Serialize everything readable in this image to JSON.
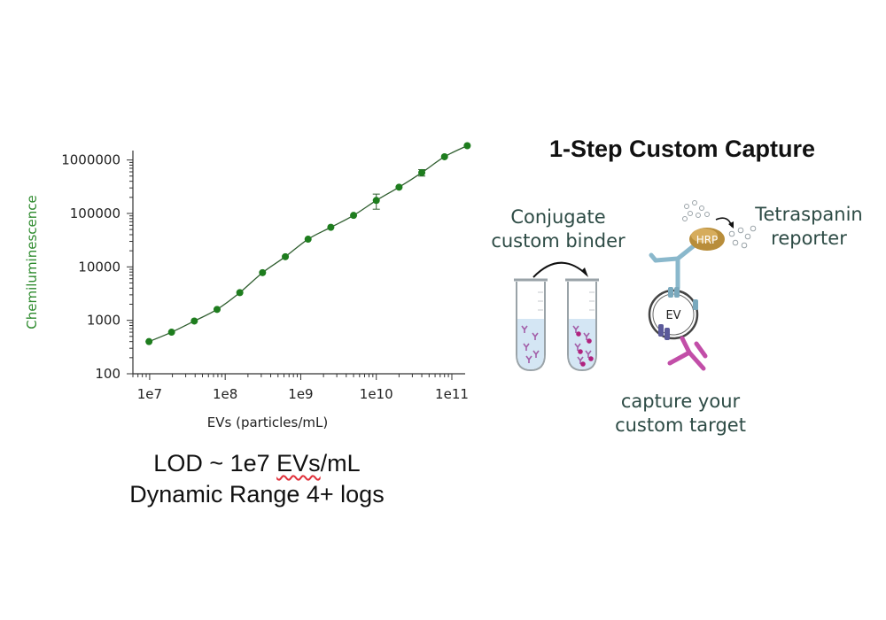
{
  "chart_data": {
    "type": "scatter",
    "xlabel": "EVs (particles/mL)",
    "ylabel": "Chemiluminescence",
    "x_scale": "log",
    "y_scale": "log",
    "xlim": [
      6000000,
      150000000000
    ],
    "ylim": [
      100,
      1500000
    ],
    "x_ticks": [
      10000000,
      100000000,
      1000000000,
      10000000000,
      100000000000
    ],
    "x_tick_labels": [
      "1e7",
      "1e8",
      "1e9",
      "1e10",
      "1e11"
    ],
    "y_ticks": [
      100,
      1000,
      10000,
      100000,
      1000000
    ],
    "y_tick_labels": [
      "100",
      "1000",
      "10000",
      "100000",
      "1000000"
    ],
    "grid": false,
    "marker_color": "#1e7d1e",
    "fit_line_color": "#2f5e2f",
    "series": [
      {
        "x": [
          9800000,
          19500000,
          39000000,
          78000000,
          156000000,
          312000000,
          625000000,
          1250000000,
          2500000000,
          5000000000,
          10000000000,
          20000000000,
          40000000000,
          80000000000,
          160000000000
        ],
        "y": [
          400,
          600,
          970,
          1600,
          3300,
          7800,
          15500,
          33000,
          55000,
          92000,
          175000,
          310000,
          580000,
          1150000,
          1850000
        ],
        "err": [
          0,
          0,
          0,
          0,
          0,
          0,
          0,
          0,
          0,
          0,
          55000,
          0,
          80000,
          0,
          0
        ]
      }
    ]
  },
  "captions": {
    "lod_prefix": "LOD ~ 1e7 ",
    "lod_flagged": "EVs",
    "lod_suffix": "/mL",
    "dynamic_range": "Dynamic Range 4+ logs"
  },
  "diagram": {
    "title": "1-Step Custom Capture",
    "conjugate_line1": "Conjugate",
    "conjugate_line2": "custom binder",
    "reporter_line1": "Tetraspanin",
    "reporter_line2": "reporter",
    "capture_line1": "capture your",
    "capture_line2": "custom target",
    "hrp_label": "HRP",
    "ev_label": "EV"
  }
}
